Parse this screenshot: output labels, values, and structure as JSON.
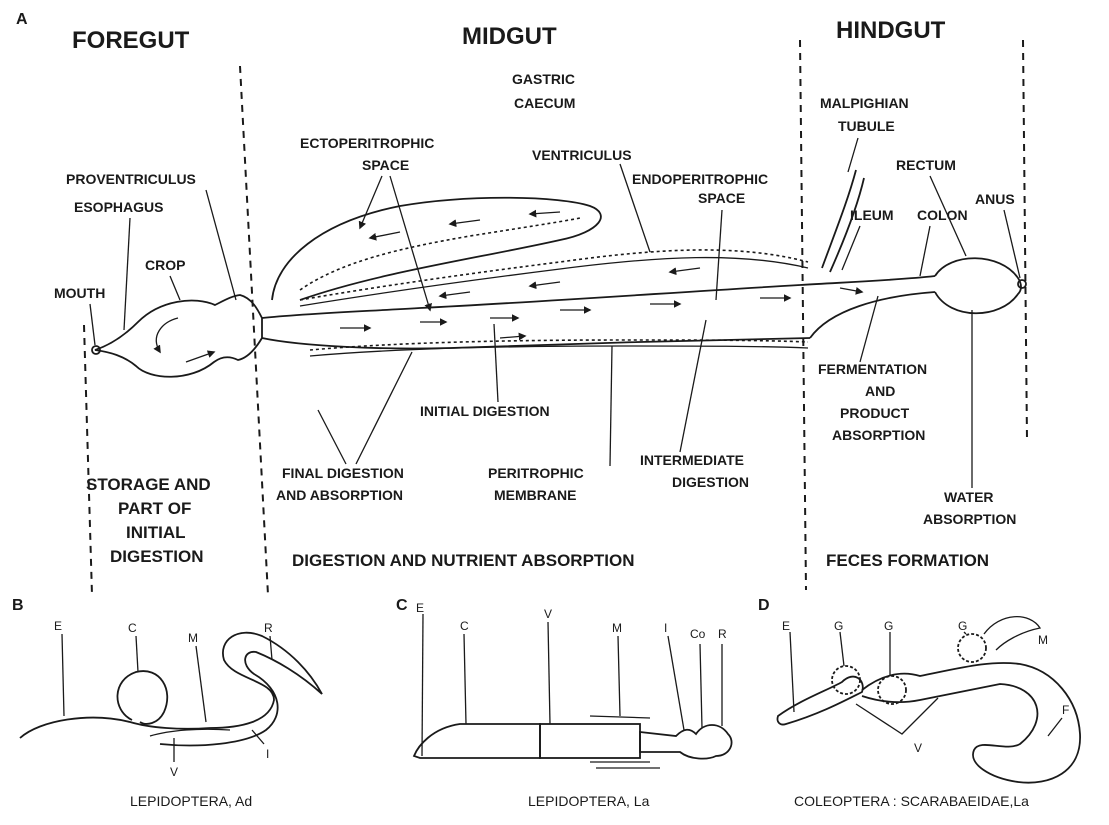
{
  "panel_a": {
    "letter": "A",
    "regions": {
      "foregut": "FOREGUT",
      "midgut": "MIDGUT",
      "hindgut": "HINDGUT"
    },
    "labels": {
      "gastric_1": "GASTRIC",
      "gastric_2": "CAECUM",
      "malpighian_1": "MALPIGHIAN",
      "malpighian_2": "TUBULE",
      "ecto_1": "ECTOPERITROPHIC",
      "ecto_2": "SPACE",
      "ventriculus": "VENTRICULUS",
      "endo_1": "ENDOPERITROPHIC",
      "endo_2": "SPACE",
      "proventriculus": "PROVENTRICULUS",
      "esophagus": "ESOPHAGUS",
      "rectum": "RECTUM",
      "ileum": "ILEUM",
      "colon": "COLON",
      "anus": "ANUS",
      "crop": "CROP",
      "mouth": "MOUTH",
      "fermentation_1": "FERMENTATION",
      "fermentation_2": "AND",
      "fermentation_3": "PRODUCT",
      "fermentation_4": "ABSORPTION",
      "initial_digestion": "INITIAL DIGESTION",
      "final_1": "FINAL DIGESTION",
      "final_2": "AND  ABSORPTION",
      "peritrophic_1": "PERITROPHIC",
      "peritrophic_2": "MEMBRANE",
      "intermediate_1": "INTERMEDIATE",
      "intermediate_2": "DIGESTION",
      "water_1": "WATER",
      "water_2": "ABSORPTION"
    },
    "functions": {
      "storage_1": "STORAGE AND",
      "storage_2": "PART OF",
      "storage_3": "INITIAL",
      "storage_4": "DIGESTION",
      "digestion": "DIGESTION AND NUTRIENT ABSORPTION",
      "feces": "FECES FORMATION"
    }
  },
  "panel_b": {
    "letter": "B",
    "labels": {
      "e": "E",
      "c": "C",
      "m": "M",
      "r": "R",
      "v": "V",
      "i": "I"
    },
    "caption": "LEPIDOPTERA, Ad"
  },
  "panel_c": {
    "letter": "C",
    "labels": {
      "e": "E",
      "c": "C",
      "v": "V",
      "m": "M",
      "i": "I",
      "co": "Co",
      "r": "R"
    },
    "caption": "LEPIDOPTERA, La"
  },
  "panel_d": {
    "letter": "D",
    "labels": {
      "e": "E",
      "g1": "G",
      "g2": "G",
      "g3": "G",
      "m": "M",
      "v": "V",
      "f": "F"
    },
    "caption": "COLEOPTERA : SCARABAEIDAE,La"
  }
}
